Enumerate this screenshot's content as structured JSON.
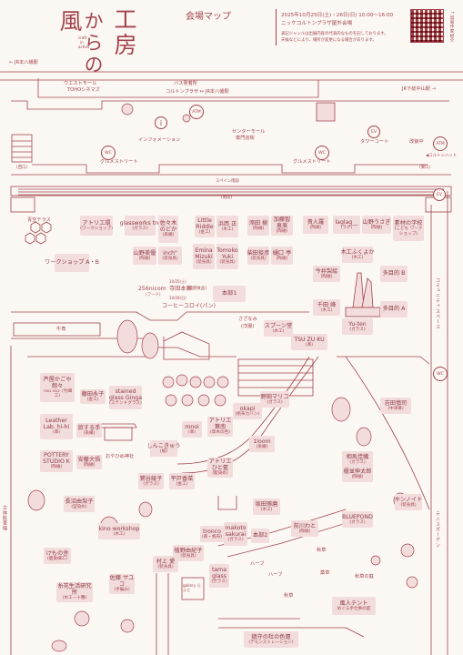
{
  "header": {
    "title_chars_col1": "工房",
    "title_chars_col2": "からの",
    "title_chars_col3": "風",
    "title_sub_lines": [
      "craft",
      "in",
      "action"
    ],
    "map_title": "会場マップ",
    "date_line": "2025年10月25日(土)・26日(日) 10:00〜16:00",
    "venue_line": "ニッケコルトンプラザ屋外会場",
    "note_line1": "表記ジャンルは出展内容の代表的なものを記しております。",
    "note_line2": "天候などにより、場所が変更になる場合があります。",
    "qr_note": "↑出展作家紹介"
  },
  "top_area": {
    "station_left": "← JR本八幡駅",
    "mall_line1": "ウエストモール",
    "mall_line2": "TOHOシネマズ",
    "bus_line1": "バス発着所",
    "bus_line2": "コルトンプラザ ↔ JR本八幡駅",
    "station_right": "JR下総中山駅 →",
    "atm": "ATM",
    "info": "インフォメーション",
    "center_line1": "センターモール",
    "center_line2": "専門店街",
    "ev": "EV",
    "tower": "タワーコート",
    "kaisatsu": "改装中",
    "wc": "WC",
    "gourmet": "グルメストリート",
    "gourmet2": "グルメストリート",
    "colton": "◀コルトンハット",
    "west": "(西口)",
    "east": "(東口)",
    "spain1": "スペイン階段",
    "spain2": "(階段)"
  },
  "booths": [
    {
      "name": "アトリエ環",
      "sub": "(ワークショップ)"
    },
    {
      "name": "glassworks tre",
      "sub": "(ガラス)"
    },
    {
      "name": "佐々木のどか",
      "sub": "(染織)"
    },
    {
      "name": "Little Riddle",
      "sub": "(金工)"
    },
    {
      "name": "浜西 正",
      "sub": "(木工)"
    },
    {
      "name": "添田 樹",
      "sub": "(陶磁)"
    },
    {
      "name": "加藤智恵美",
      "sub": "(陶磁)"
    },
    {
      "name": "貴人羅",
      "sub": "(陶磁)"
    },
    {
      "name": "laglag__",
      "sub": "(ラグ)"
    },
    {
      "name": "山野うさぎ",
      "sub": "(陶磁)"
    },
    {
      "name": "素材の学校",
      "sub": "(こども ワークショップ)"
    },
    {
      "name": "ワークショップ A・B",
      "sub": ""
    },
    {
      "name": "山野美優",
      "sub": "(陶磁)"
    },
    {
      "name": "inch\"",
      "sub": "(装身具)"
    },
    {
      "name": "Emina Mizuki",
      "sub": "(装身具)"
    },
    {
      "name": "Tomoko Yuki",
      "sub": "(装身具)"
    },
    {
      "name": "柴田俊彦",
      "sub": "(装身具)"
    },
    {
      "name": "樋口 亭",
      "sub": "(陶磁)"
    },
    {
      "name": "木工ふくよか",
      "sub": "(木工)"
    },
    {
      "name": "今井梨絵",
      "sub": "(陶磁)"
    },
    {
      "name": "多目的 B",
      "sub": ""
    },
    {
      "name": "本部1",
      "sub": ""
    },
    {
      "name": "千田 峰",
      "sub": "(木工)"
    },
    {
      "name": "多目的 A",
      "sub": ""
    },
    {
      "name": "スプーン堂",
      "sub": "(木工)"
    },
    {
      "name": "Yu-ten",
      "sub": "(ガラス)"
    },
    {
      "name": "TSU ZU KU",
      "sub": "(革)"
    },
    {
      "name": "芦屋かごや 朗々",
      "sub": "-rou rou- (竹細工)"
    },
    {
      "name": "藤田永子",
      "sub": "(金工)"
    },
    {
      "name": "stained glass Ginga",
      "sub": "(ステンドグラス)"
    },
    {
      "name": "okapi",
      "sub": "(帆布カバン)"
    },
    {
      "name": "野田マリコ",
      "sub": "(ガラス)"
    },
    {
      "name": "吉田慎司",
      "sub": "(中津箒)"
    },
    {
      "name": "Leather Lab. hi-hi",
      "sub": "(革)"
    },
    {
      "name": "旅する手",
      "sub": "(染織)"
    },
    {
      "name": "アトリエ 葉南",
      "sub": "(草木の色)"
    },
    {
      "name": "mnoi",
      "sub": "(革)"
    },
    {
      "name": "1loom",
      "sub": "(染織)"
    },
    {
      "name": "相馬佳織",
      "sub": "(ガラス)"
    },
    {
      "name": "POTTERY STUDIO K",
      "sub": "(陶磁)"
    },
    {
      "name": "安藤大悟",
      "sub": "(陶磁)"
    },
    {
      "name": "しんこきゅう",
      "sub": "(紙)"
    },
    {
      "name": "アトリエ ひと藍",
      "sub": "(藍染め)"
    },
    {
      "name": "榎並伸太郎",
      "sub": "(陶磁)"
    },
    {
      "name": "長沼由梨子",
      "sub": "(型染め)"
    },
    {
      "name": "鷲谷綾子",
      "sub": "(ガラス)"
    },
    {
      "name": "平戸香菜",
      "sub": "(金工)"
    },
    {
      "name": "キンノイト",
      "sub": "(装身具)"
    },
    {
      "name": "kino workshop",
      "sub": "(木工)"
    },
    {
      "name": "坂田琢磨",
      "sub": "(木工)"
    },
    {
      "name": "BLUEPOND",
      "sub": "(ガラス)"
    },
    {
      "name": "けもの舎",
      "sub": "(鹿角細工)"
    },
    {
      "name": "tronco",
      "sub": "(革・帆布)"
    },
    {
      "name": "makoto sakurai",
      "sub": "(ガラス)"
    },
    {
      "name": "本部2",
      "sub": ""
    },
    {
      "name": "前川わと",
      "sub": "(陶磁)"
    },
    {
      "name": "植野由紀子",
      "sub": "(装身具)"
    },
    {
      "name": "糸花生活研究所",
      "sub": "(木工・十種)"
    },
    {
      "name": "村上 愛",
      "sub": "(装身具)"
    },
    {
      "name": "tama glass",
      "sub": "(ガラス)"
    },
    {
      "name": "佐藤 サユコ",
      "sub": "(手編み)"
    },
    {
      "name": "風人テント",
      "sub": "めぐる手仕事の庭"
    },
    {
      "name": "鎮守の杜の色層",
      "sub": "(デモンストレーション)"
    }
  ],
  "stage": {
    "line1": "256nicom",
    "line1sub": "(フード)",
    "line2": "寺田本家",
    "line2sub": "(発酵食品)",
    "date1": "10/25(土)",
    "date2": "10/26(日)",
    "line3": "コーヒーユロイ(パン)"
  },
  "park": {
    "sazanami": "さざなみ",
    "sazanami_sub": "(洋服)",
    "terrace": "青空テラス",
    "gyukaku": "牛角",
    "shrine": "おやひめ神社",
    "gallery": "gallery らふと",
    "herb": "ハーブ",
    "herb2": "ハーブ",
    "akikusa": "秋草",
    "akikusa2": "秋草",
    "akikusa3": "秋草の庭",
    "yakuso": "薬草",
    "parking": "立体駐車場",
    "comi": "コミュニティスペース",
    "tennis": "テニスガーデン"
  }
}
